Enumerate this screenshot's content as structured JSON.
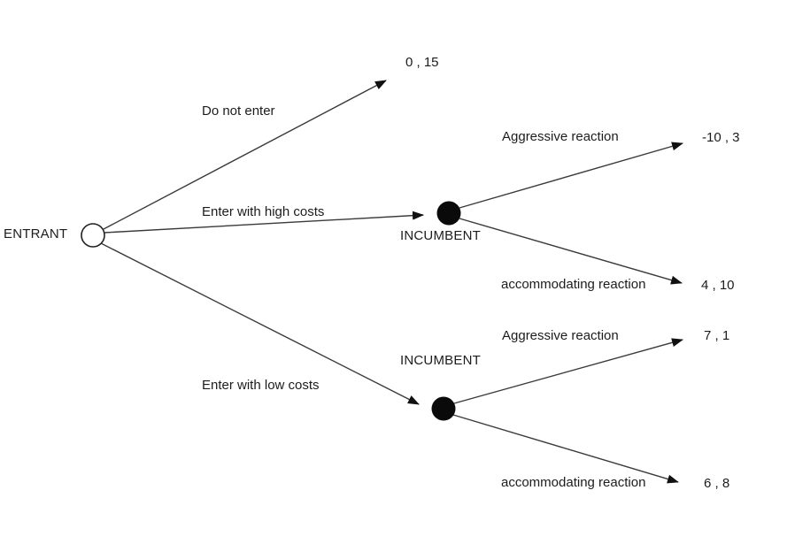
{
  "diagram": {
    "title": "entry-game-decision-tree",
    "players": {
      "entrant": "ENTRANT",
      "incumbent_high": "INCUMBENT",
      "incumbent_low": "INCUMBENT"
    },
    "branches": {
      "do_not_enter": "Do not enter",
      "enter_high": "Enter with high costs",
      "enter_low": "Enter with low costs",
      "aggressive_high": "Aggressive reaction",
      "accommodating_high": "accommodating reaction",
      "aggressive_low": "Aggressive reaction",
      "accommodating_low": "accommodating reaction"
    },
    "payoffs": {
      "do_not_enter": "0 , 15",
      "aggressive_high": "-10 , 3",
      "accommodating_high": "4 , 10",
      "aggressive_low": "7 , 1",
      "accommodating_low": "6 , 8"
    },
    "colors": {
      "background": "#ffffff",
      "line": "#3a3a3a",
      "arrowhead": "#111111",
      "text": "#1c1c1c",
      "decision_node_fill": "#0a0a0a",
      "root_node_fill": "#ffffff",
      "root_node_stroke": "#222222"
    }
  }
}
